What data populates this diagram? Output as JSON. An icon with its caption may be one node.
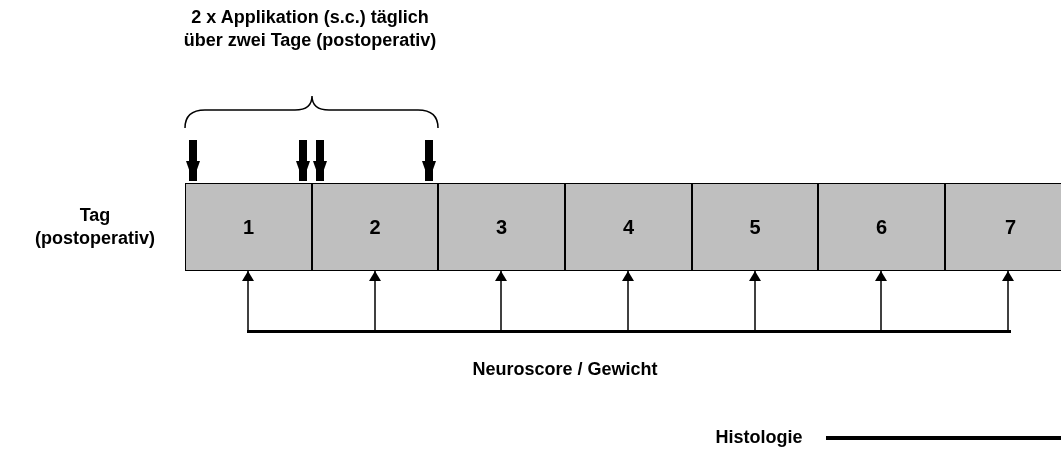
{
  "diagram": {
    "nodes": [
      {
        "text": [
          "1"
        ]
      },
      {
        "text": [
          "2"
        ]
      },
      {
        "text": [
          "3"
        ]
      },
      {
        "text": [
          "4"
        ]
      },
      {
        "text": [
          "5"
        ]
      },
      {
        "text": [
          "6"
        ]
      },
      {
        "text": [
          "7"
        ]
      },
      {
        "text": [],
        "shape": "bar"
      },
      {
        "text": [
          "Histologie"
        ]
      }
    ],
    "edges": [
      {
        "from": null,
        "to": 0,
        "arrow": "to",
        "style": "thick"
      },
      {
        "from": null,
        "to": 0,
        "arrow": "to",
        "style": "thick"
      },
      {
        "from": null,
        "to": 1,
        "arrow": "to",
        "style": "thick"
      },
      {
        "from": null,
        "to": 1,
        "arrow": "to",
        "style": "thick"
      },
      {
        "from": 7,
        "to": 0,
        "arrow": "to"
      },
      {
        "from": 7,
        "to": 1,
        "arrow": "to"
      },
      {
        "from": 7,
        "to": 2,
        "arrow": "to"
      },
      {
        "from": 7,
        "to": 3,
        "arrow": "to"
      },
      {
        "from": 7,
        "to": 4,
        "arrow": "to"
      },
      {
        "from": 7,
        "to": 5,
        "arrow": "to"
      },
      {
        "from": 7,
        "to": 6,
        "arrow": "to"
      },
      {
        "from": 8,
        "to": null,
        "arrow": "none",
        "style": "thick"
      }
    ],
    "labels": [
      "2 x Applikation (s.c.) täglich über zwei Tage (postoperativ)",
      "Tag (postoperativ)",
      "Neuroscore / Gewicht"
    ]
  }
}
